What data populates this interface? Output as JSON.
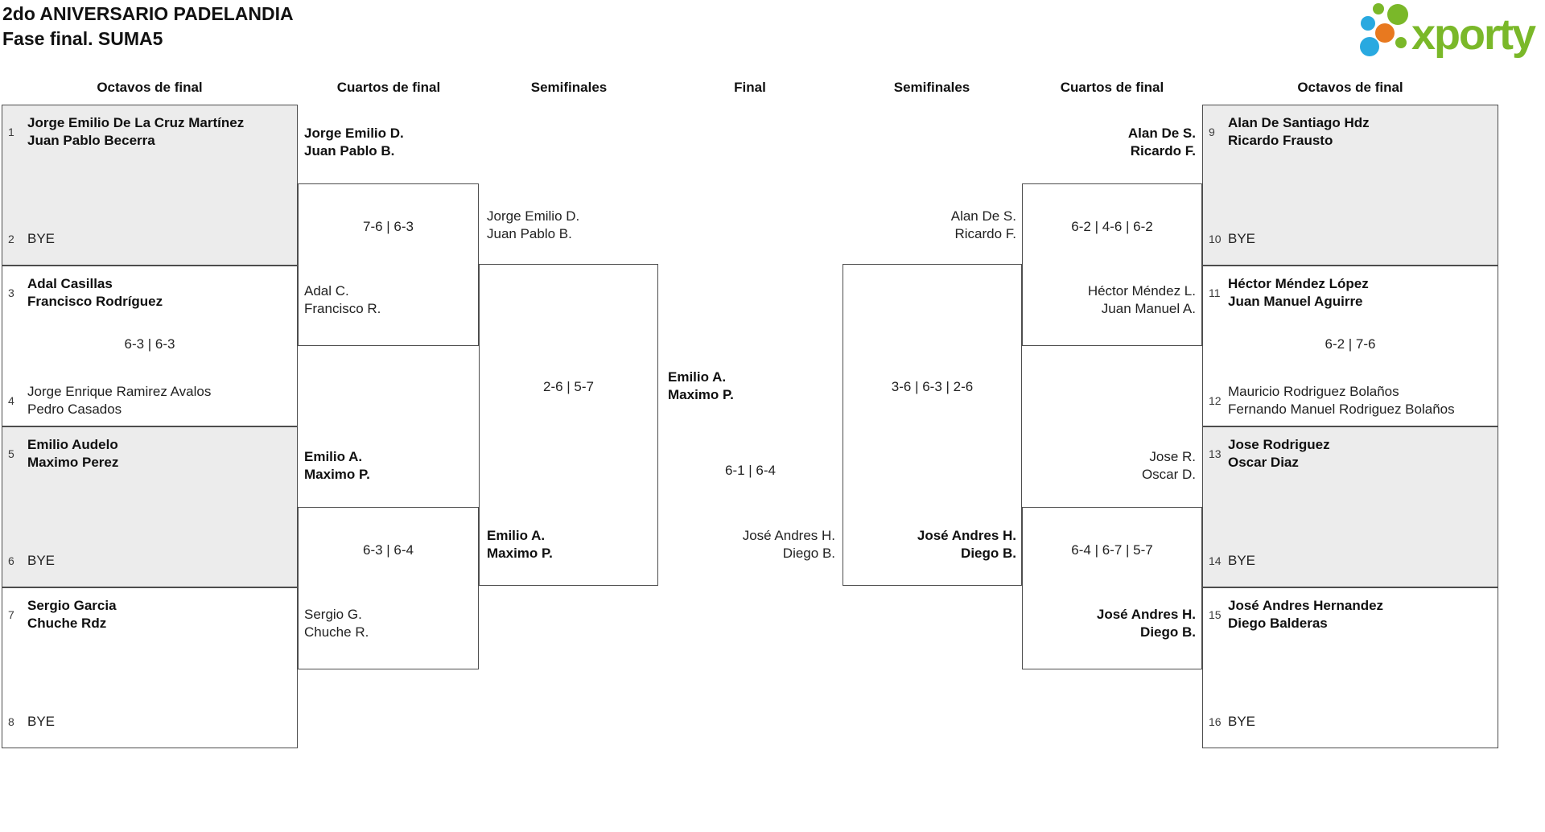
{
  "header": {
    "title_line1": "2do ANIVERSARIO PADELANDIA",
    "title_line2": "Fase final. SUMA5"
  },
  "logo": {
    "text": "xporty",
    "green": "#7ab829",
    "blue": "#29a9e0",
    "orange": "#e8791f"
  },
  "colors": {
    "box_border": "#4d4d4d",
    "shaded_box": "#ececec"
  },
  "round_headers": {
    "octavos_left": "Octavos de final",
    "cuartos_left": "Cuartos de final",
    "semis_left": "Semifinales",
    "final": "Final",
    "semis_right": "Semifinales",
    "cuartos_right": "Cuartos de final",
    "octavos_right": "Octavos de final"
  },
  "octavos_left": [
    {
      "seed_top": "1",
      "top1": "Jorge Emilio De La Cruz Martínez",
      "top2": "Juan Pablo Becerra",
      "score": "",
      "seed_bottom": "2",
      "bottom1": "BYE"
    },
    {
      "seed_top": "3",
      "top1": "Adal Casillas",
      "top2": "Francisco Rodríguez",
      "score": "6-3 | 6-3",
      "seed_bottom": "4",
      "bottom1": "Jorge Enrique Ramirez Avalos",
      "bottom2": "Pedro Casados"
    },
    {
      "seed_top": "5",
      "top1": "Emilio Audelo",
      "top2": "Maximo Perez",
      "score": "",
      "seed_bottom": "6",
      "bottom1": "BYE"
    },
    {
      "seed_top": "7",
      "top1": "Sergio Garcia",
      "top2": "Chuche Rdz",
      "score": "",
      "seed_bottom": "8",
      "bottom1": "BYE"
    }
  ],
  "octavos_right": [
    {
      "seed_top": "9",
      "top1": "Alan De Santiago Hdz",
      "top2": "Ricardo Frausto",
      "score": "",
      "seed_bottom": "10",
      "bottom1": "BYE"
    },
    {
      "seed_top": "11",
      "top1": "Héctor Méndez López",
      "top2": "Juan Manuel Aguirre",
      "score": "6-2 | 7-6",
      "seed_bottom": "12",
      "bottom1": "Mauricio Rodriguez Bolaños",
      "bottom2": "Fernando Manuel Rodriguez Bolaños"
    },
    {
      "seed_top": "13",
      "top1": "Jose Rodriguez",
      "top2": "Oscar Diaz",
      "score": "",
      "seed_bottom": "14",
      "bottom1": "BYE"
    },
    {
      "seed_top": "15",
      "top1": "José Andres Hernandez",
      "top2": "Diego Balderas",
      "score": "",
      "seed_bottom": "16",
      "bottom1": "BYE"
    }
  ],
  "cuartos_left": [
    {
      "top1": "Jorge Emilio D.",
      "top2": "Juan Pablo B.",
      "score": "7-6 | 6-3",
      "bottom1": "Adal C.",
      "bottom2": "Francisco R."
    },
    {
      "top1": "Emilio A.",
      "top2": "Maximo P.",
      "score": "6-3 | 6-4",
      "bottom1": "Sergio G.",
      "bottom2": "Chuche R."
    }
  ],
  "cuartos_right": [
    {
      "top1": "Alan De S.",
      "top2": "Ricardo F.",
      "score": "6-2 | 4-6 | 6-2",
      "bottom1": "Héctor Méndez L.",
      "bottom2": "Juan Manuel A."
    },
    {
      "top1": "Jose R.",
      "top2": "Oscar D.",
      "score": "6-4 | 6-7 | 5-7",
      "bottom1": "José Andres H.",
      "bottom2": "Diego B."
    }
  ],
  "semi_left": {
    "top1": "Jorge Emilio D.",
    "top2": "Juan Pablo B.",
    "score": "2-6 | 5-7",
    "bottom1": "Emilio A.",
    "bottom2": "Maximo P."
  },
  "semi_right": {
    "top1": "Alan De S.",
    "top2": "Ricardo F.",
    "score": "3-6 | 6-3 | 2-6",
    "bottom1": "José Andres H.",
    "bottom2": "Diego B."
  },
  "final": {
    "top1": "Emilio A.",
    "top2": "Maximo P.",
    "score": "6-1 | 6-4",
    "bottom1": "José Andres H.",
    "bottom2": "Diego B."
  }
}
